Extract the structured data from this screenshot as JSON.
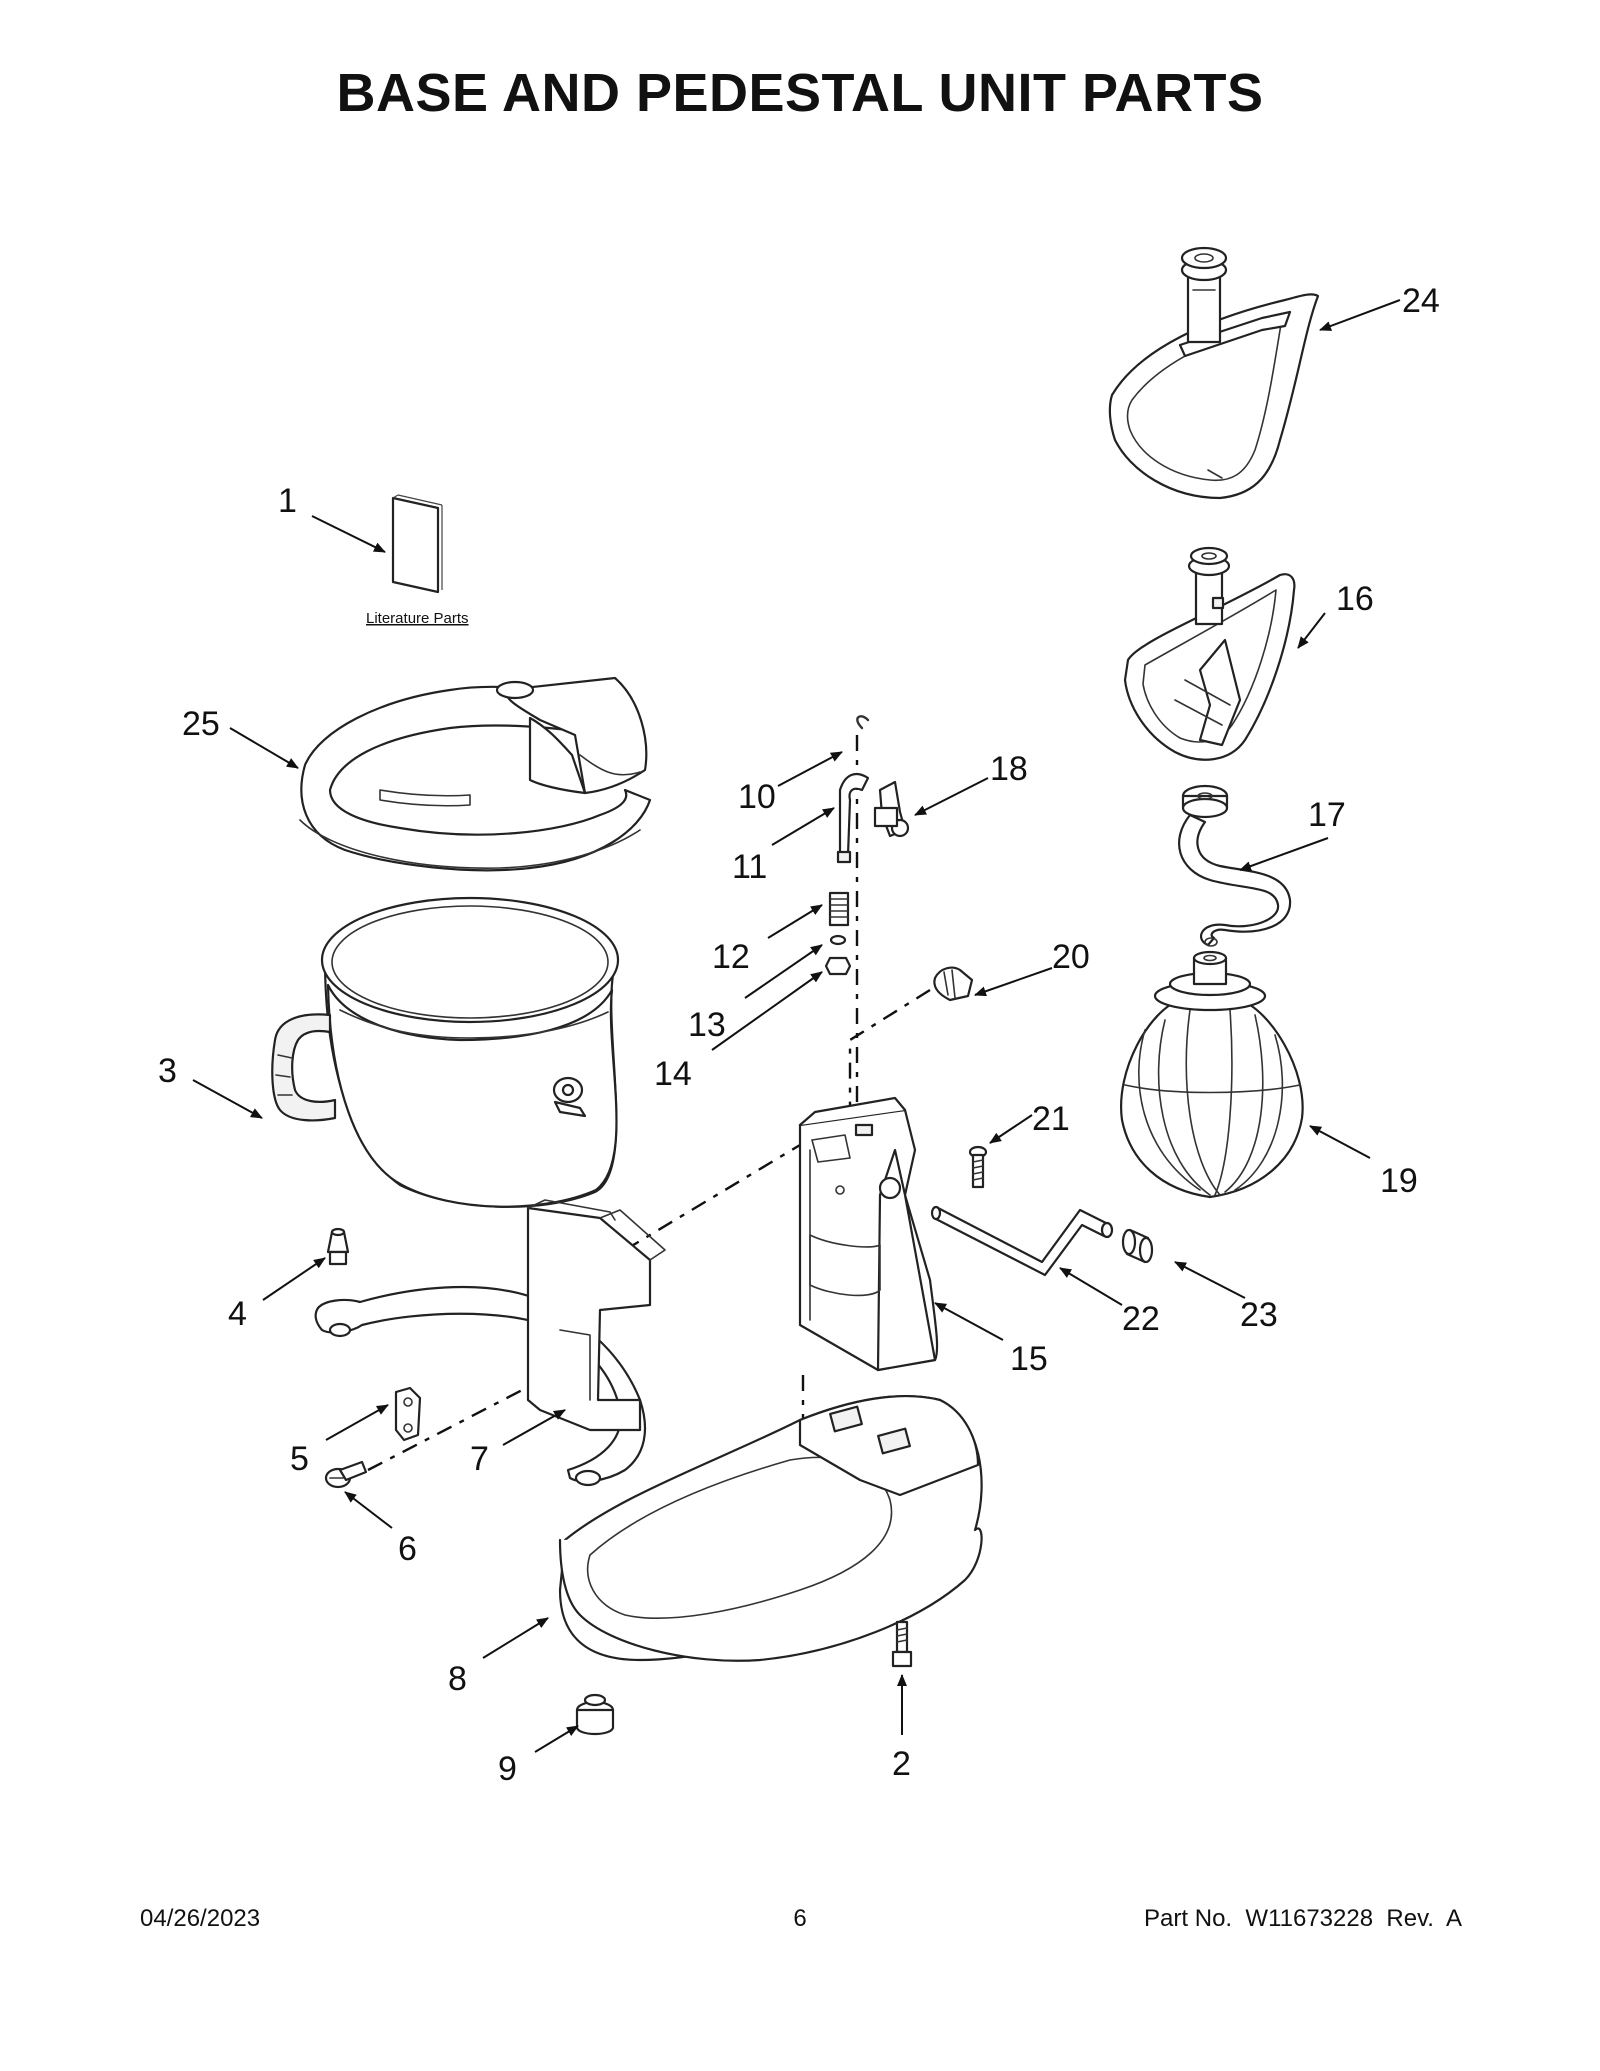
{
  "title": "BASE AND PEDESTAL UNIT PARTS",
  "literature_label": "Literature Parts",
  "callouts": [
    "1",
    "2",
    "3",
    "4",
    "5",
    "6",
    "7",
    "8",
    "9",
    "10",
    "11",
    "12",
    "13",
    "14",
    "15",
    "16",
    "17",
    "18",
    "19",
    "20",
    "21",
    "22",
    "23",
    "24",
    "25"
  ],
  "footer": {
    "date": "04/26/2023",
    "page": "6",
    "part_number": "Part No.  W11673228  Rev.  A"
  }
}
